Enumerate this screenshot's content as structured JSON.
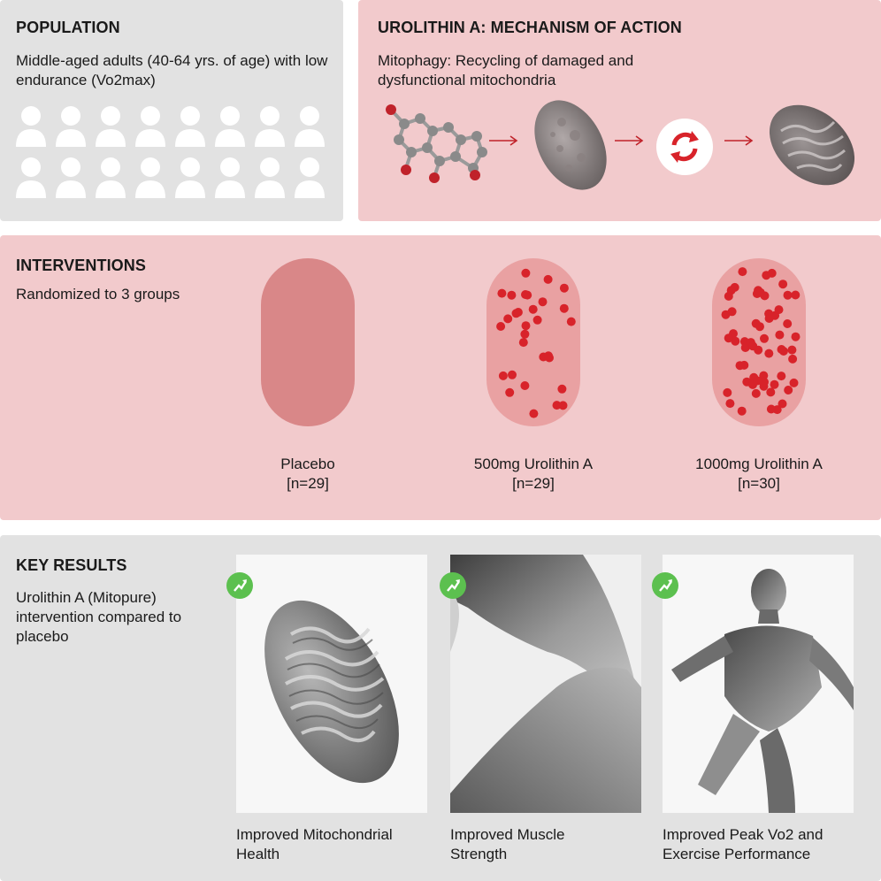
{
  "population": {
    "title": "POPULATION",
    "description": "Middle-aged adults (40-64 yrs. of age) with low endurance (Vo2max)",
    "icon": "person-icon"
  },
  "mechanism": {
    "title": "UROLITHIN A: MECHANISM OF ACTION",
    "description": "Mitophagy: Recycling of damaged and dysfunctional mitochondria",
    "steps": [
      "urolithin-molecule-icon",
      "arrow-right-icon",
      "damaged-mitochondrion-icon",
      "arrow-right-icon",
      "recycle-icon",
      "arrow-right-icon",
      "healthy-mitochondrion-icon"
    ]
  },
  "interventions": {
    "title": "INTERVENTIONS",
    "description": "Randomized to 3 groups",
    "groups": [
      {
        "name": "Placebo",
        "n": "[n=29]"
      },
      {
        "name": "500mg Urolithin A",
        "n": "[n=29]"
      },
      {
        "name": "1000mg Urolithin A",
        "n": "[n=30]"
      }
    ]
  },
  "results": {
    "title": "KEY RESULTS",
    "description": "Urolithin A (Mitopure) intervention compared to placebo",
    "items": [
      {
        "label": "Improved Mitochondrial Health",
        "image": "mitochondrion-image",
        "badge": "trend-up-icon"
      },
      {
        "label": "Improved Muscle Strength",
        "image": "knee-image",
        "badge": "trend-up-icon"
      },
      {
        "label": "Improved Peak Vo2  and Exercise Performance",
        "image": "athlete-figure-image",
        "badge": "trend-up-icon"
      }
    ]
  },
  "colors": {
    "gray_panel": "#e2e2e2",
    "pink_panel": "#f2cacc",
    "pill": "#d98788",
    "dot": "#d8232a",
    "badge": "#5cc04f"
  }
}
